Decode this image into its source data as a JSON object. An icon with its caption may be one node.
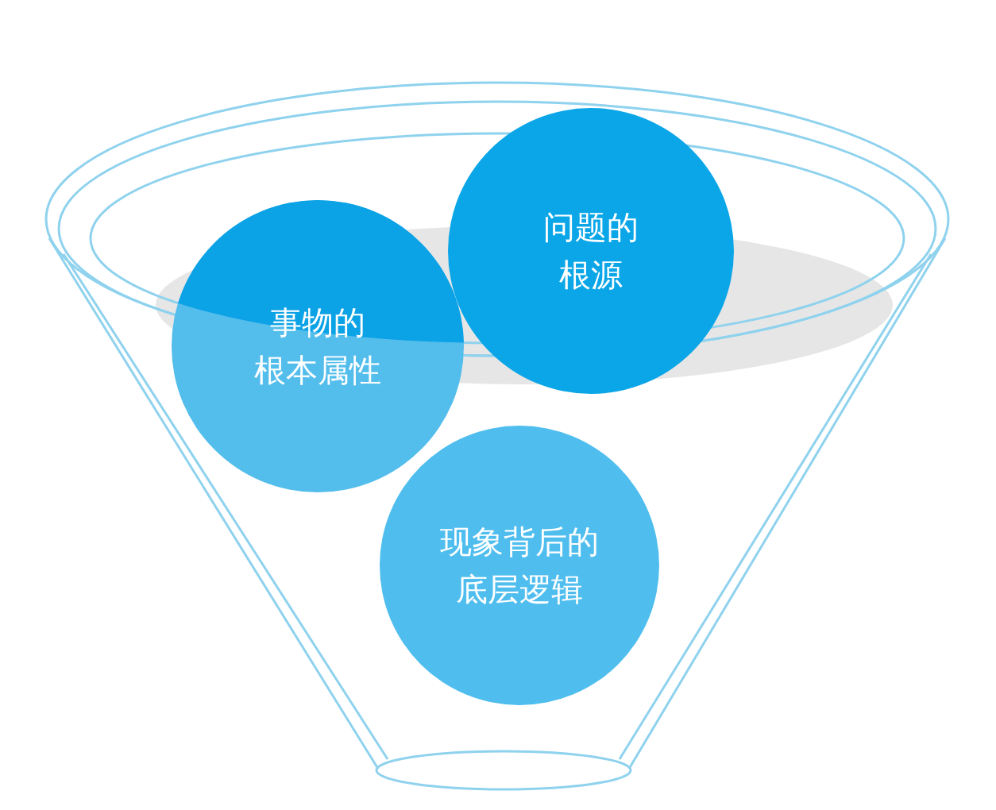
{
  "diagram": {
    "nodes": [
      {
        "text": [
          "事物的根本属性"
        ]
      },
      {
        "text": [
          "问题的根源"
        ]
      },
      {
        "text": [
          "现象背后的底层逻辑"
        ]
      }
    ]
  }
}
